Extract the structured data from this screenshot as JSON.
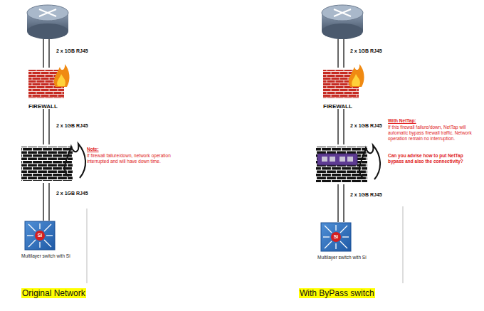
{
  "diagram": {
    "nodes": [
      {
        "text": [
          "FIREWALL"
        ]
      },
      {
        "text": [
          "Si",
          "Multilayer switch with Si"
        ]
      },
      {
        "text": [
          "FIREWALL"
        ]
      },
      {
        "text": [
          "Si",
          "Multilayer switch with Si"
        ]
      }
    ],
    "labels": [
      "2 x 1GB RJ45",
      "2 x 1GB RJ45",
      "Note:",
      "If firewall failure/down, network operation interrupted and will have down time.",
      "2 x 1GB RJ45",
      "Original Network",
      "2 x 1GB RJ45",
      "2 x 1GB RJ45",
      "With NetTap:",
      "If this firewall failure/down, NetTap will automatic bypass firewall traffic. Network operation remain no interruption.",
      "Can you advise how to put NetTap bypass and also the connectivity?",
      "2 x 1GB RJ45",
      "With ByPass switch"
    ]
  }
}
